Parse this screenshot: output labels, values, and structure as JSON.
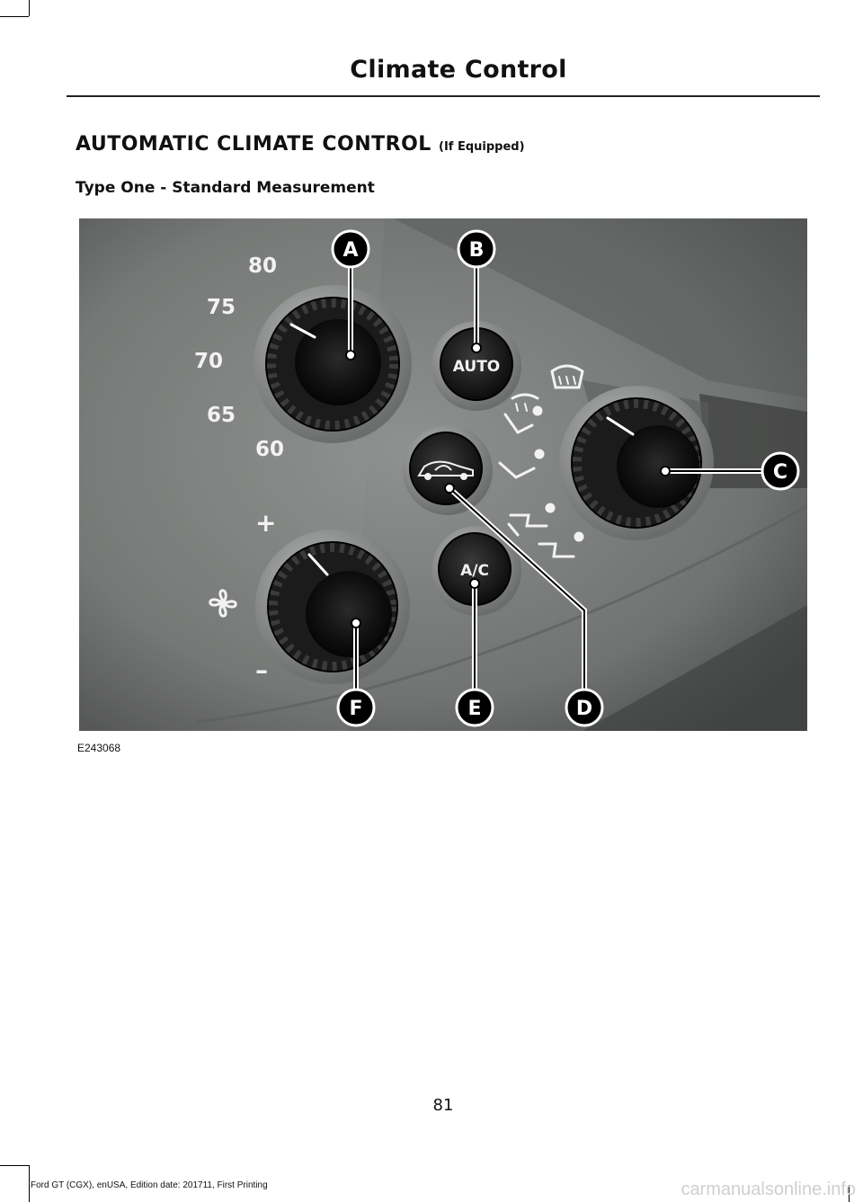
{
  "header": {
    "title": "Climate Control"
  },
  "section": {
    "title": "AUTOMATIC CLIMATE CONTROL",
    "qualifier": "(If Equipped)",
    "subtitle": "Type One - Standard Measurement"
  },
  "figure": {
    "id": "E243068",
    "temperature_scale": [
      "80",
      "75",
      "70",
      "65",
      "60"
    ],
    "auto_button_label": "AUTO",
    "ac_button_label": "A/C",
    "fan_plus": "+",
    "fan_minus": "–",
    "callouts": [
      "A",
      "B",
      "C",
      "D",
      "E",
      "F"
    ],
    "icons": [
      "fan-icon",
      "recirculation-car-icon",
      "rear-defrost-icon",
      "windshield-defrost-icon",
      "face-feet-airflow-icon",
      "feet-airflow-icon",
      "face-airflow-icon"
    ]
  },
  "footer": {
    "page_number": "81",
    "edition": "Ford GT (CGX), enUSA, Edition date: 201711, First Printing"
  },
  "watermark": "carmanualsonline.info"
}
